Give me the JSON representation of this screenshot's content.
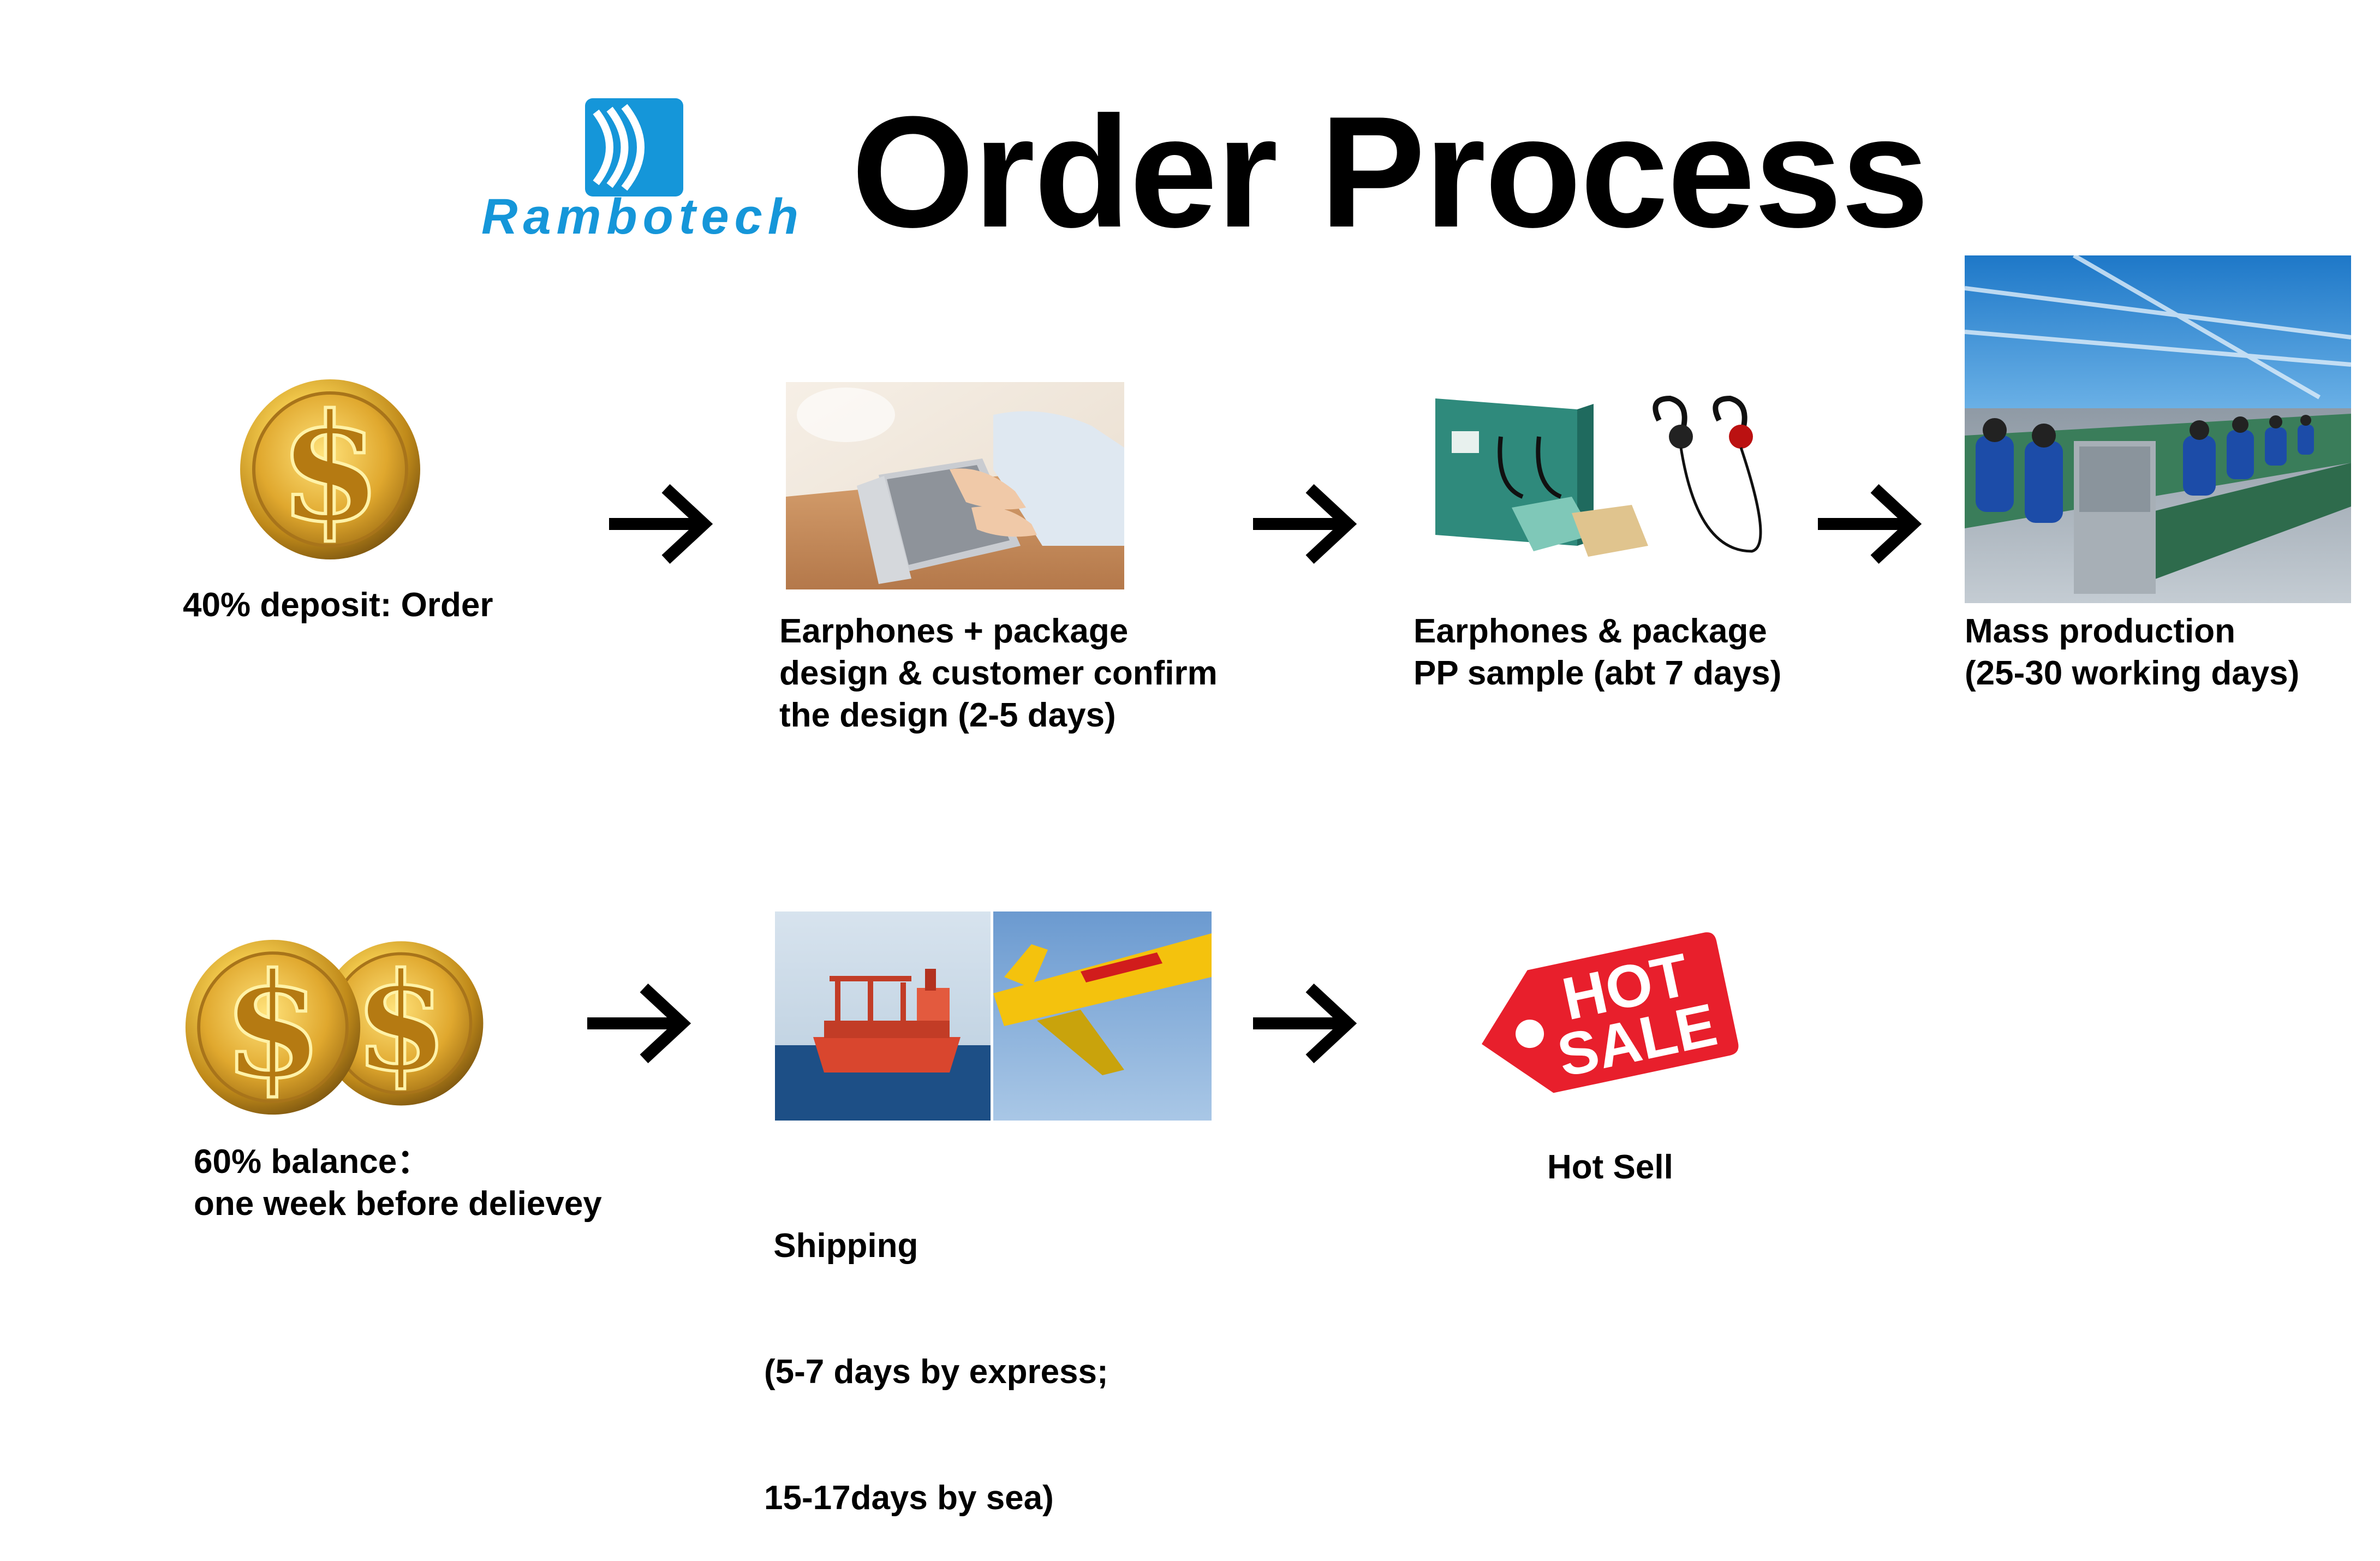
{
  "logo": {
    "text": "Rambotech",
    "color": "#1596d9"
  },
  "title": "Order Process",
  "steps": {
    "deposit": {
      "line1": "40% deposit: Order"
    },
    "design": {
      "line1": "Earphones + package",
      "line2": "design & customer confirm",
      "line3": "the design (2-5 days)"
    },
    "sample": {
      "line1": "Earphones & package",
      "line2": "PP sample (abt 7 days)"
    },
    "production": {
      "line1": "Mass production",
      "line2": "(25-30 working days)"
    },
    "balance": {
      "line1": "60% balance：",
      "line2": "one week before delievey"
    },
    "shipping": {
      "line1": " Shipping",
      "line2": "(5-7 days by express;",
      "line3": "15-17days by sea)"
    },
    "hotsell": {
      "line1": "Hot Sell",
      "tag_line1": "HOT",
      "tag_line2": "SALE"
    }
  },
  "icons": {
    "coin": "dollar-coin-icon",
    "arrow": "right-arrow-icon",
    "tag": "price-tag-icon"
  },
  "colors": {
    "coin": "#d8a52a",
    "tag": "#e81f2c",
    "brand": "#1596d9"
  }
}
